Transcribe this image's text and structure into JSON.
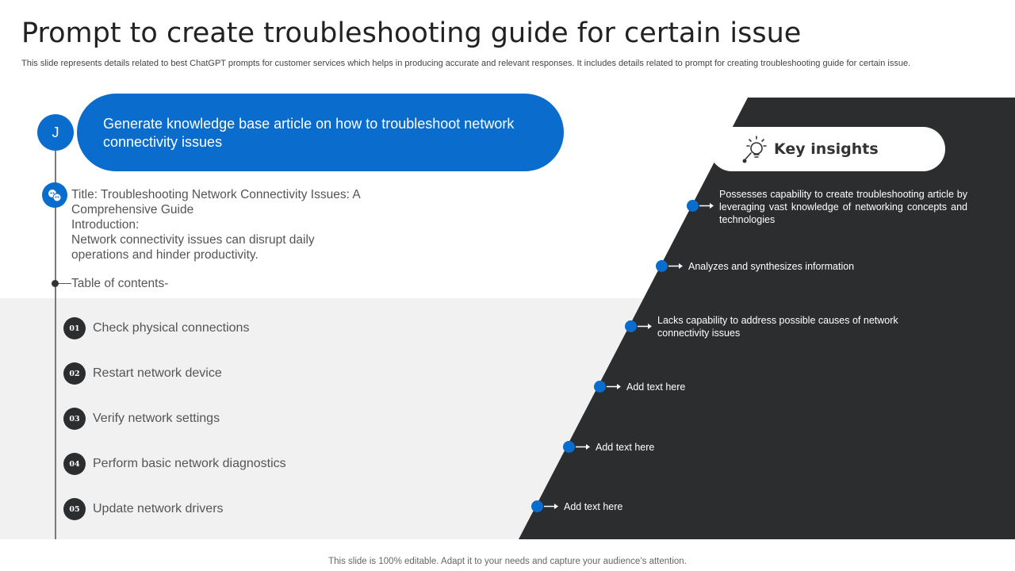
{
  "page": {
    "title": "Prompt to create troubleshooting guide for certain issue",
    "subtitle": "This slide represents details related to best ChatGPT prompts for customer services which helps in producing accurate and relevant responses. It includes details related to prompt for creating troubleshooting guide for certain issue.",
    "footer": "This slide is 100% editable. Adapt it to your needs and capture your audience’s attention."
  },
  "prompt": {
    "avatar_letter": "J",
    "text": "Generate knowledge base article on how to troubleshoot network connectivity issues"
  },
  "response": {
    "lines": [
      "Title: Troubleshooting Network Connectivity Issues: A",
      "Comprehensive Guide",
      "Introduction:",
      "Network connectivity issues can disrupt daily",
      "operations and hinder productivity."
    ],
    "toc_label": "Table of contents-"
  },
  "toc": [
    {
      "num": "01",
      "label": "Check physical connections"
    },
    {
      "num": "02",
      "label": "Restart network device"
    },
    {
      "num": "03",
      "label": "Verify network settings"
    },
    {
      "num": "04",
      "label": "Perform basic network diagnostics"
    },
    {
      "num": "05",
      "label": "Update network drivers"
    }
  ],
  "insights": {
    "heading": "Key insights",
    "icon": "lightbulb-magnifier-icon",
    "items": [
      {
        "text": "Possesses capability to create troubleshooting article by leveraging vast knowledge of networking concepts and technologies"
      },
      {
        "text": "Analyzes and synthesizes information"
      },
      {
        "text": "Lacks capability to address possible causes of network connectivity issues"
      },
      {
        "text": "Add text here"
      },
      {
        "text": "Add text here"
      },
      {
        "text": "Add text here"
      }
    ]
  },
  "colors": {
    "accent_blue": "#0a6ccc",
    "dark_panel": "#2b2d2f",
    "light_band": "#f1f1f1"
  }
}
